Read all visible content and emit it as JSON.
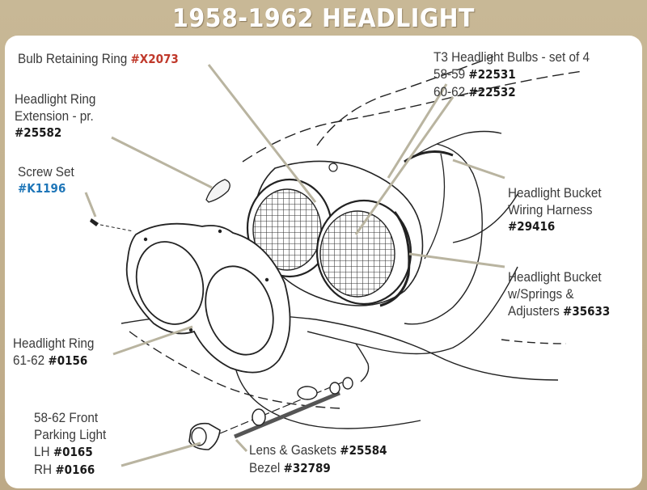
{
  "title": "1958-1962 HEADLIGHT",
  "colors": {
    "header_bg": "#c4b28e",
    "panel_bg": "#ffffff",
    "leader": "#b6b29c",
    "part_red": "#c0392b",
    "part_blue": "#1f76b8"
  },
  "callouts": {
    "retaining_ring": {
      "text": "Bulb Retaining Ring",
      "part": "#X2073"
    },
    "ring_extension": {
      "line1": "Headlight Ring",
      "line2": "Extension - pr.",
      "part": "#25582"
    },
    "screw_set": {
      "text": "Screw Set",
      "part": "#K1196"
    },
    "bulbs": {
      "line1": "T3 Headlight Bulbs - set of 4",
      "line2_prefix": "58-59",
      "part_a": "#22531",
      "line3_prefix": "60-62",
      "part_b": "#22532"
    },
    "wiring_harness": {
      "line1": "Headlight Bucket",
      "line2": "Wiring Harness",
      "part": "#29416"
    },
    "bucket": {
      "line1": "Headlight Bucket",
      "line2": "w/Springs &",
      "line3_prefix": "Adjusters",
      "part": "#35633"
    },
    "headlight_ring": {
      "line1": "Headlight Ring",
      "line2_prefix": "61-62",
      "part": "#0156"
    },
    "parking_light": {
      "line1": "58-62 Front",
      "line2": "Parking Light",
      "lh_prefix": "LH",
      "part_lh": "#0165",
      "rh_prefix": "RH",
      "part_rh": "#0166"
    },
    "lens": {
      "line1_prefix": "Lens & Gaskets",
      "part_a": "#25584",
      "line2_prefix": "Bezel",
      "part_b": "#32789"
    }
  }
}
